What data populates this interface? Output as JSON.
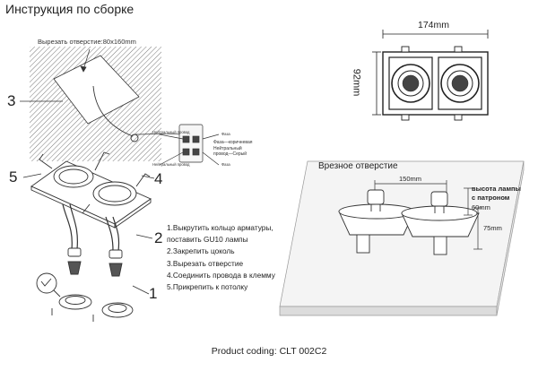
{
  "title": "Инструкция по сборке",
  "cut_hole_label": "Вырезать отверстие:80x160mm",
  "callouts": {
    "c1": "1",
    "c2": "2",
    "c3": "3",
    "c4": "4",
    "c5": "5"
  },
  "wiring": {
    "phase": "Фаза—коричневая",
    "neutral": "Нейтральный провод—Серый",
    "left_top": "Нейтральный провод",
    "left_bottom": "Нейтральный провод",
    "right_top": "Фаза",
    "right_bottom": "Фаза"
  },
  "steps": [
    "1.Выкрутить кольцо арматуры,",
    "поставить GU10 лампы",
    "2.Закрепить цоколь",
    "3.Вырезать отверстие",
    "4.Соединить провода в клемму",
    "5.Прикрепить к потолку"
  ],
  "dimensions": {
    "width": "174mm",
    "height": "92mm"
  },
  "section": {
    "title": "Врезное отверстие",
    "spacing": "150mm",
    "lamp_height_line1": "высота лампы",
    "lamp_height_line2": "с патроном",
    "lamp_height_value": "60mm",
    "total_height": "75mm"
  },
  "product_coding": "Product coding: CLT 002C2"
}
